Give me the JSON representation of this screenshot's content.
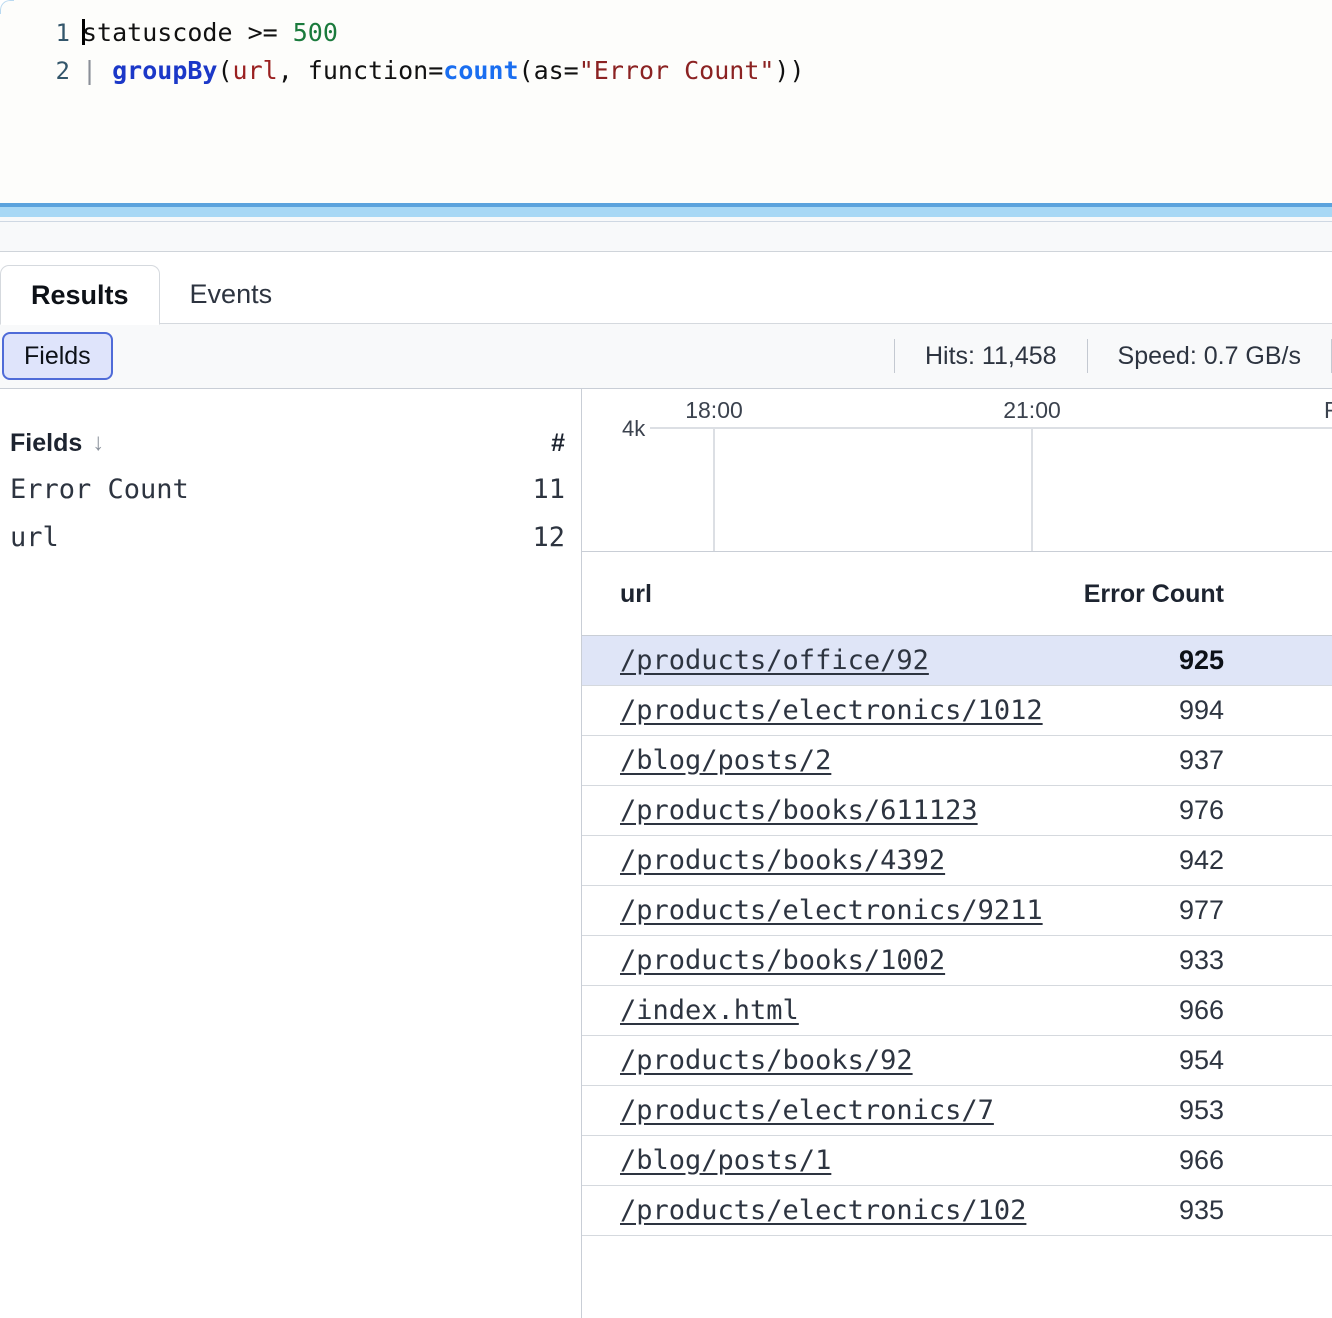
{
  "editor": {
    "lines": [
      {
        "number": "1",
        "tokens": [
          {
            "text": "statuscode ",
            "kind": "plain"
          },
          {
            "text": ">= ",
            "kind": "plain"
          },
          {
            "text": "500",
            "kind": "num"
          }
        ]
      },
      {
        "number": "2",
        "tokens": [
          {
            "text": "| ",
            "kind": "pipe"
          },
          {
            "text": "groupBy",
            "kind": "kw"
          },
          {
            "text": "(",
            "kind": "plain"
          },
          {
            "text": "url",
            "kind": "field"
          },
          {
            "text": ", function=",
            "kind": "plain"
          },
          {
            "text": "count",
            "kind": "fn"
          },
          {
            "text": "(as=",
            "kind": "plain"
          },
          {
            "text": "\"Error Count\"",
            "kind": "str"
          },
          {
            "text": "))",
            "kind": "plain"
          }
        ]
      }
    ]
  },
  "tabs": [
    {
      "label": "Results",
      "active": true
    },
    {
      "label": "Events",
      "active": false
    }
  ],
  "toolbar": {
    "fields_button_label": "Fields",
    "stats": [
      {
        "label": "Hits: 11,458"
      },
      {
        "label": "Speed: 0.7 GB/s"
      }
    ]
  },
  "fields_panel": {
    "header": {
      "label": "Fields",
      "sort_icon": "↓",
      "count_header": "#"
    },
    "items": [
      {
        "name": "Error Count",
        "count": "11"
      },
      {
        "name": "url",
        "count": "12"
      }
    ]
  },
  "chart_data": {
    "type": "line",
    "title": "",
    "xlabel": "",
    "ylabel": "",
    "y_ticks": [
      "4k"
    ],
    "x_ticks": [
      "18:00",
      "21:00"
    ],
    "x_tick_clipped": "F",
    "series": [],
    "values": [],
    "grid": true,
    "legend": "none",
    "note": "empty plot area, no data rendered"
  },
  "results_table": {
    "columns": [
      {
        "key": "url",
        "label": "url",
        "align": "left"
      },
      {
        "key": "error_count",
        "label": "Error Count",
        "align": "right"
      }
    ],
    "rows": [
      {
        "url": "/products/office/92",
        "error_count": "925",
        "selected": true
      },
      {
        "url": "/products/electronics/1012",
        "error_count": "994",
        "selected": false
      },
      {
        "url": "/blog/posts/2",
        "error_count": "937",
        "selected": false
      },
      {
        "url": "/products/books/611123",
        "error_count": "976",
        "selected": false
      },
      {
        "url": "/products/books/4392",
        "error_count": "942",
        "selected": false
      },
      {
        "url": "/products/electronics/9211",
        "error_count": "977",
        "selected": false
      },
      {
        "url": "/products/books/1002",
        "error_count": "933",
        "selected": false
      },
      {
        "url": "/index.html",
        "error_count": "966",
        "selected": false
      },
      {
        "url": "/products/books/92",
        "error_count": "954",
        "selected": false
      },
      {
        "url": "/products/electronics/7",
        "error_count": "953",
        "selected": false
      },
      {
        "url": "/blog/posts/1",
        "error_count": "966",
        "selected": false
      },
      {
        "url": "/products/electronics/102",
        "error_count": "935",
        "selected": false
      }
    ]
  },
  "colors": {
    "accent_blue": "#4f6bd8",
    "focus_border": "#5ba3dd",
    "selected_row": "#dfe5f7",
    "string_literal": "#8b2222",
    "keyword": "#1b38c8",
    "number_literal": "#1a7a3c",
    "field_literal": "#9a2020",
    "function_literal": "#1a6ef0"
  }
}
